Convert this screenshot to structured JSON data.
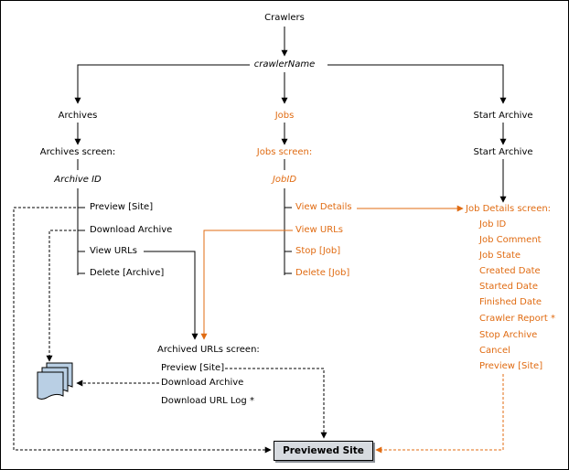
{
  "colors": {
    "line": "#000000",
    "orange": "#e06b12",
    "box_fill": "#d7dbe0",
    "doc_fill": "#b9cfe4"
  },
  "root": {
    "crawlers": "Crawlers",
    "crawler_name": "crawlerName"
  },
  "archives": {
    "title": "Archives",
    "screen": "Archives screen:",
    "id": "Archive ID",
    "actions": [
      "Preview [Site]",
      "Download Archive",
      "View URLs",
      "Delete [Archive]"
    ]
  },
  "jobs": {
    "title": "Jobs",
    "screen": "Jobs  screen:",
    "id": "JobID",
    "actions": [
      "View Details",
      "View URLs",
      "Stop [Job]",
      "Delete [Job]"
    ]
  },
  "start_archive": {
    "title": "Start Archive",
    "subtitle": "Start Archive"
  },
  "job_details": {
    "screen": "Job Details screen:",
    "fields": [
      "Job ID",
      "Job Comment",
      "Job State",
      "Created Date",
      "Started Date",
      "Finished Date",
      "Crawler Report *",
      "Stop Archive",
      "Cancel",
      "Preview [Site]"
    ]
  },
  "archived_urls": {
    "screen": "Archived URLs screen:",
    "actions": [
      "Preview [Site]",
      "Download Archive",
      "Download URL Log *"
    ]
  },
  "previewed_site": "Previewed Site",
  "icons": {
    "documents": "document-stack-icon"
  }
}
